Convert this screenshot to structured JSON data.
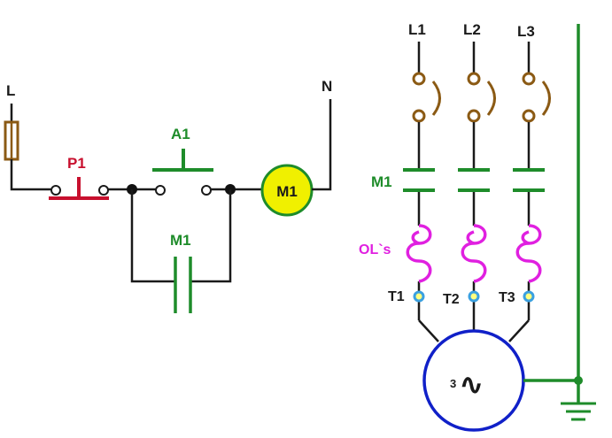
{
  "control_circuit": {
    "line_label": "L",
    "neutral_label": "N",
    "stop_button_label": "P1",
    "start_button_label": "A1",
    "holding_contact_label": "M1",
    "motor_coil_label": "M1"
  },
  "power_circuit": {
    "phase_labels": [
      "L1",
      "L2",
      "L3"
    ],
    "contactor_label": "M1",
    "overload_label": "OL`s",
    "terminal_labels": [
      "T1",
      "T2",
      "T3"
    ],
    "motor_symbol_number": "3",
    "motor_symbol_wave": "∿"
  },
  "colors": {
    "wire": "#1a1a1a",
    "fuse": "#8b5a14",
    "stop_button": "#c8102e",
    "contact": "#1e8c2a",
    "coil_fill": "#f0f000",
    "coil_stroke": "#1e8c2a",
    "overload": "#e020e0",
    "terminal": "#3aa0e0",
    "motor": "#1020c8",
    "ground": "#1e8c2a"
  }
}
